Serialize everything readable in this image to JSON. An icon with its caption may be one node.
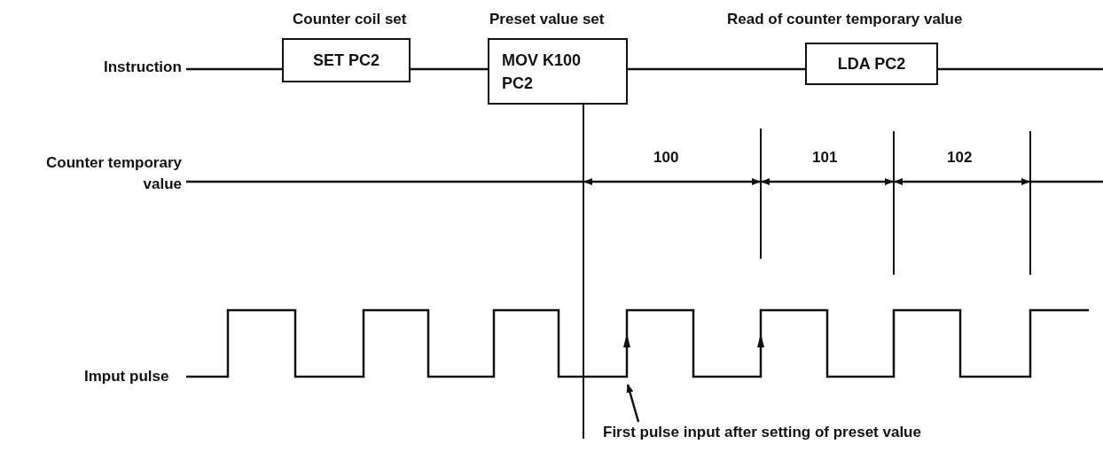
{
  "diagram": {
    "nodes": [
      {
        "text": [
          "Instruction"
        ]
      },
      {
        "text": [
          "Counter coil set",
          "SET PC2"
        ]
      },
      {
        "text": [
          "Preset value set",
          "MOV K100 PC2"
        ]
      },
      {
        "text": [
          "Read of counter temporary value",
          "LDA PC2"
        ]
      },
      {
        "text": [
          "First pulse input after setting of preset value"
        ]
      },
      {
        "text": [],
        "shape": "picture"
      }
    ],
    "edges": [
      {
        "from": 0,
        "to": 1,
        "arrow": "none"
      },
      {
        "from": 1,
        "to": 2,
        "arrow": "none"
      },
      {
        "from": 2,
        "to": 3,
        "arrow": "none"
      },
      {
        "from": 3,
        "to": null,
        "arrow": "none"
      },
      {
        "from": 4,
        "to": 5,
        "arrow": "to"
      }
    ],
    "labels": [
      "Counter temporary value",
      "100",
      "101",
      "102",
      "Imput pulse"
    ]
  }
}
